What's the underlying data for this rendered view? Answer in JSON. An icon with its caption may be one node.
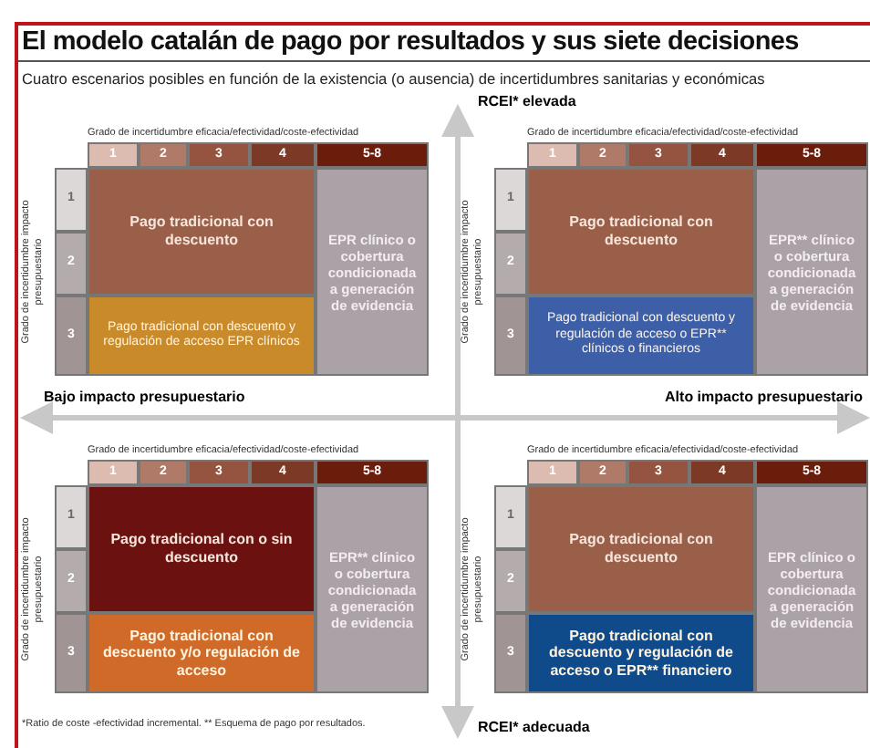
{
  "diagram": {
    "title": "El modelo catalán de pago por resultados y sus siete decisiones",
    "nodes": [
      {
        "text": [
          "1"
        ]
      },
      {
        "text": [
          "2"
        ]
      },
      {
        "text": [
          "3"
        ]
      },
      {
        "text": [
          "4"
        ]
      },
      {
        "text": [
          "5-8"
        ]
      },
      {
        "text": [
          "1"
        ]
      },
      {
        "text": [
          "2"
        ]
      },
      {
        "text": [
          "3"
        ]
      },
      {
        "text": [
          "Pago tradicional con descuento"
        ]
      },
      {
        "text": [
          "Pago tradicional con descuento y regulación de acceso EPR clínicos"
        ]
      },
      {
        "text": [
          "EPR clínico o cobertura condicionada a generación de evidencia"
        ]
      },
      {
        "text": [
          "1"
        ]
      },
      {
        "text": [
          "2"
        ]
      },
      {
        "text": [
          "3"
        ]
      },
      {
        "text": [
          "4"
        ]
      },
      {
        "text": [
          "5-8"
        ]
      },
      {
        "text": [
          "1"
        ]
      },
      {
        "text": [
          "2"
        ]
      },
      {
        "text": [
          "3"
        ]
      },
      {
        "text": [
          "Pago tradicional con descuento"
        ]
      },
      {
        "text": [
          "Pago tradicional con descuento y regulación de acceso o EPR** clínicos o financieros"
        ]
      },
      {
        "text": [
          "EPR** clínico o cobertura condicionada a generación de evidencia"
        ]
      },
      {
        "text": [
          "1"
        ]
      },
      {
        "text": [
          "2"
        ]
      },
      {
        "text": [
          "3"
        ]
      },
      {
        "text": [
          "4"
        ]
      },
      {
        "text": [
          "5-8"
        ]
      },
      {
        "text": [
          "1"
        ]
      },
      {
        "text": [
          "2"
        ]
      },
      {
        "text": [
          "3"
        ]
      },
      {
        "text": [
          "Pago tradicional con o sin descuento"
        ]
      },
      {
        "text": [
          "Pago tradicional con descuento y/o regulación de acceso"
        ]
      },
      {
        "text": [
          "EPR** clínico o cobertura condicionada a generación de evidencia"
        ]
      },
      {
        "text": [
          "1"
        ]
      },
      {
        "text": [
          "2"
        ]
      },
      {
        "text": [
          "3"
        ]
      },
      {
        "text": [
          "4"
        ]
      },
      {
        "text": [
          "5-8"
        ]
      },
      {
        "text": [
          "1"
        ]
      },
      {
        "text": [
          "2"
        ]
      },
      {
        "text": [
          "3"
        ]
      },
      {
        "text": [
          "Pago tradicional con descuento"
        ]
      },
      {
        "text": [
          "Pago tradicional con descuento y regulación de acceso o EPR** financiero"
        ]
      },
      {
        "text": [
          "EPR clínico o cobertura condicionada a generación de evidencia"
        ]
      }
    ],
    "labels": [
      "Cuatro escenarios posibles en función de la existencia (o ausencia) de incertidumbres sanitarias y económicas",
      "RCEI* elevada",
      "Grado de incertidumbre eficacia/efectividad/coste-efectividad",
      "Grado de incertidumbre eficacia/efectividad/coste-efectividad",
      "Grado de incertidumbre impacto presupuestario",
      "Grado de incertidumbre impacto presupuestario",
      "Bajo impacto presupuestario",
      "Alto impacto presupuestario",
      "Grado de incertidumbre eficacia/efectividad/coste-efectividad",
      "Grado de incertidumbre eficacia/efectividad/coste-efectividad",
      "Grado de incertidumbre impacto presupuestario",
      "Grado de incertidumbre impacto presupuestario",
      "*Ratio de coste -efectividad incremental. ** Esquema de pago por resultados.",
      "RCEI* adecuada"
    ]
  }
}
